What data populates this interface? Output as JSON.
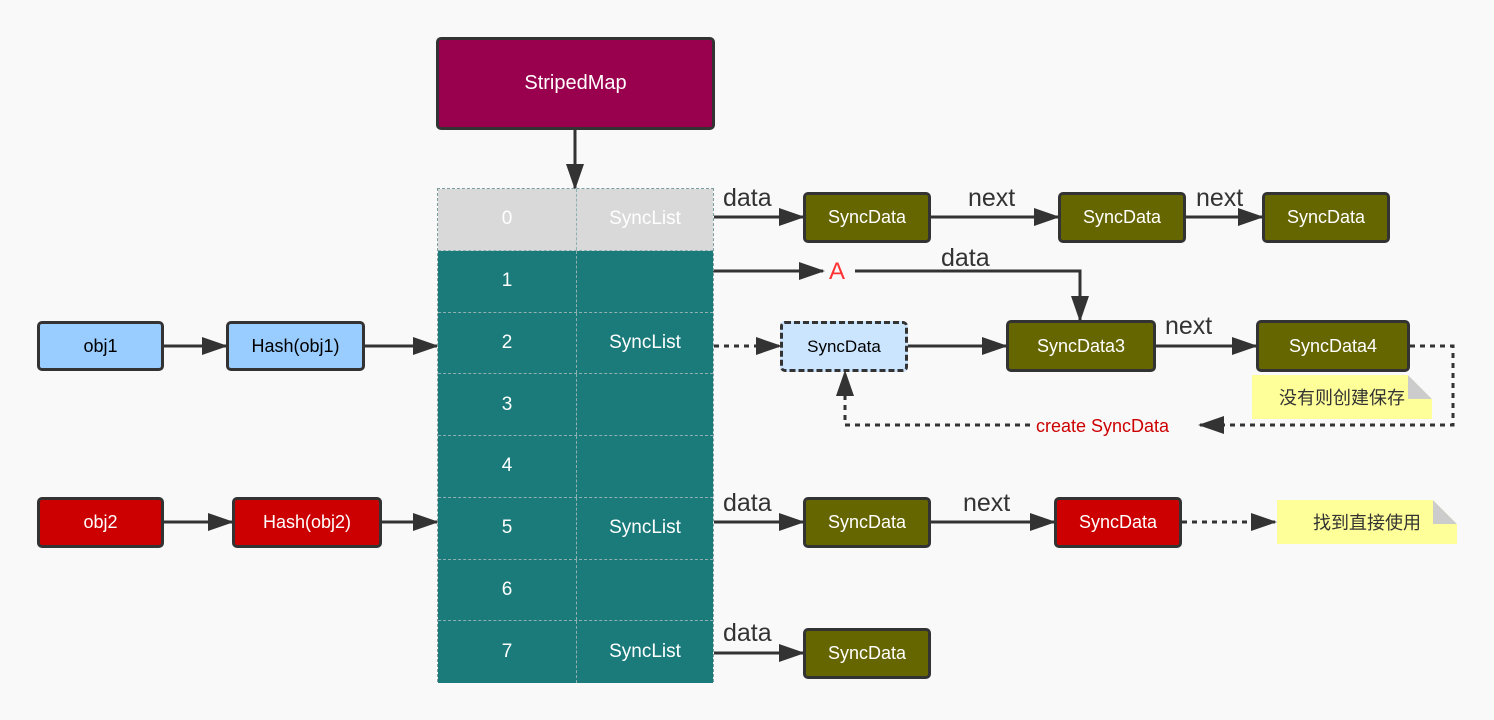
{
  "diagram": {
    "striped_map": "StripedMap",
    "table": {
      "rows": [
        {
          "index": "0",
          "value": "SyncList"
        },
        {
          "index": "1",
          "value": ""
        },
        {
          "index": "2",
          "value": "SyncList"
        },
        {
          "index": "3",
          "value": ""
        },
        {
          "index": "4",
          "value": ""
        },
        {
          "index": "5",
          "value": "SyncList"
        },
        {
          "index": "6",
          "value": ""
        },
        {
          "index": "7",
          "value": "SyncList"
        }
      ]
    },
    "obj1": {
      "label": "obj1",
      "hash": "Hash(obj1)"
    },
    "obj2": {
      "label": "obj2",
      "hash": "Hash(obj2)"
    },
    "row0_chain": [
      "SyncData",
      "SyncData",
      "SyncData"
    ],
    "row2_chain": {
      "new_node": "SyncData",
      "node3": "SyncData3",
      "node4": "SyncData4"
    },
    "row5_chain": [
      "SyncData",
      "SyncData"
    ],
    "row7_chain": [
      "SyncData"
    ],
    "edge_labels": {
      "data": "data",
      "next": "next",
      "A": "A",
      "create": "create SyncData"
    },
    "notes": {
      "create_save": "没有则创建保存",
      "found_use": "找到直接使用"
    },
    "colors": {
      "striped_map": "#99004d",
      "table_teal": "#1b7a7a",
      "table_gray": "#d9d9d9",
      "obj1_blue": "#99ccff",
      "obj2_red": "#cc0000",
      "syncdata_olive": "#666600",
      "new_syncdata": "#cce5ff",
      "note_yellow": "#ffff99",
      "A_red": "#ff3333"
    }
  }
}
